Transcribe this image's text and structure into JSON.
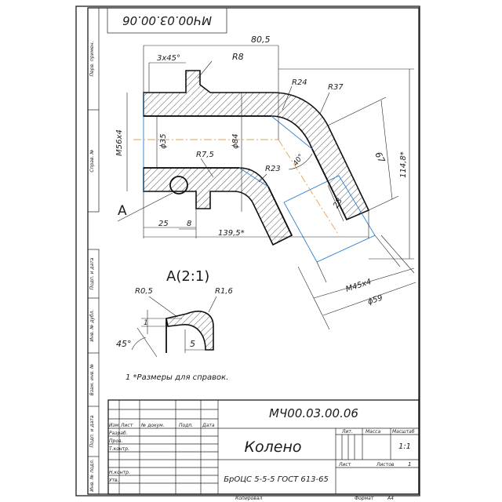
{
  "stamp_top": "МЧ00.03.00.06",
  "side_labels": {
    "perv_primen": "Перв. примен.",
    "sprav_no": "Справ. №",
    "podp_data_1": "Подп. и дата",
    "inv_dubl": "Инв. № дубл.",
    "vzam_inv": "Взам. инв. №",
    "podp_data_2": "Подп. и дата",
    "inv_podl": "Инв. № подл."
  },
  "dimensions": {
    "d80_5": "80,5",
    "chamfer": "3x45°",
    "r8": "R8",
    "r24": "R24",
    "r37": "R37",
    "m56": "M56x4",
    "d35": "ϕ35",
    "d84": "ϕ84",
    "r7_5": "R7,5",
    "r23": "R23",
    "angle40": "40°",
    "d28": "28",
    "d67": "67",
    "d114": "114,8*",
    "d25": "25",
    "d8": "8",
    "d139": "139,5*",
    "m45": "M45x4",
    "d59": "ϕ59"
  },
  "view_letter": "А",
  "detail": {
    "title": "А(2:1)",
    "r05": "R0,5",
    "r16": "R1,6",
    "d1": "1",
    "d5": "5",
    "angle45": "45°"
  },
  "note": "1  *Размеры для справок.",
  "title_block": {
    "designation": "МЧ00.03.00.06",
    "name": "Колено",
    "material": "БрОЦС 5-5-5 ГОСТ 613-65",
    "headers": {
      "izm": "Изм.",
      "list": "Лист",
      "no_dokum": "№ докум.",
      "podp": "Подп.",
      "data": "Дата",
      "lit": "Лит.",
      "massa": "Масса",
      "masshtab": "Масштаб"
    },
    "roles": [
      "Разраб.",
      "Пров.",
      "Т.контр.",
      "",
      "Н.контр.",
      "Утв."
    ],
    "scale": "1:1",
    "sheet_label": "Лист",
    "sheets_label": "Листов",
    "sheets_value": "1",
    "copied": "Копировал",
    "format": "Формат",
    "format_value": "А4"
  },
  "colors": {
    "line": "#1c1c1c",
    "centerline": "#e8a050",
    "blue_edge": "#2a7fd4"
  }
}
